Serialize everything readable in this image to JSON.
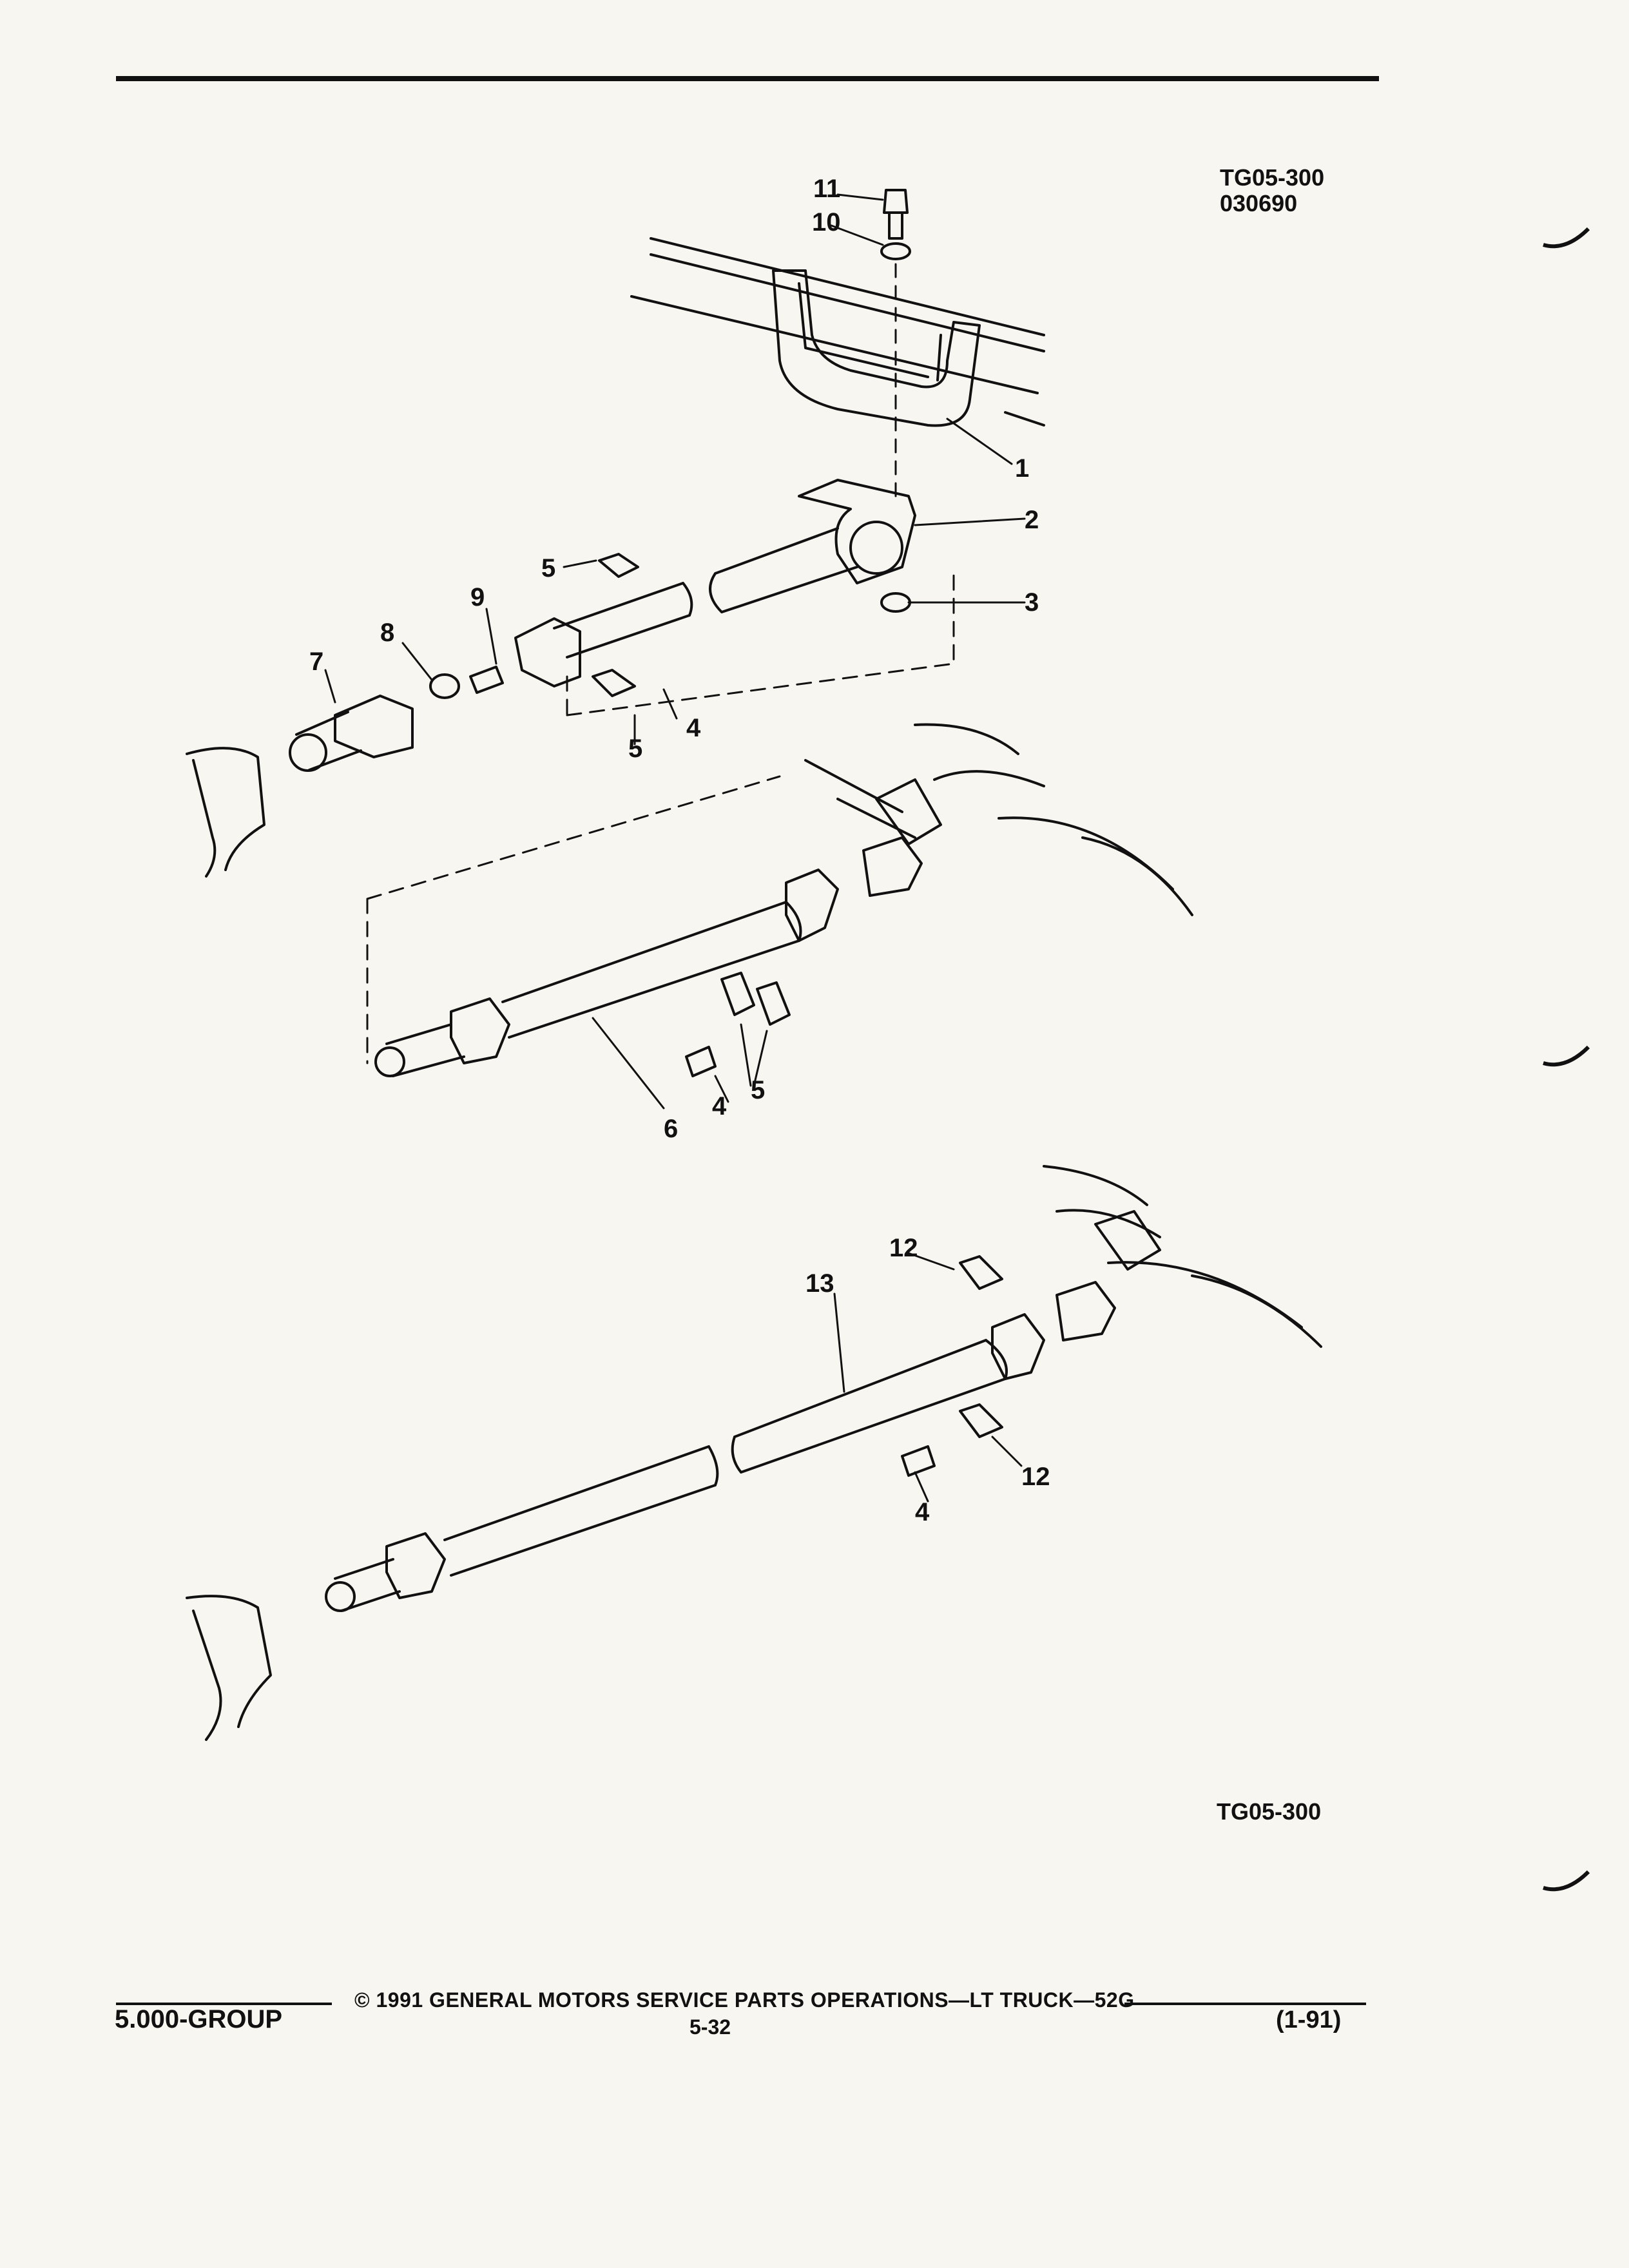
{
  "header": {
    "code_line1": "TG05-300",
    "code_line2": "030690"
  },
  "diagram": {
    "callouts": [
      "11",
      "10",
      "1",
      "2",
      "3",
      "5",
      "9",
      "8",
      "7",
      "5",
      "4",
      "6",
      "4",
      "5",
      "12",
      "13",
      "12",
      "4"
    ]
  },
  "figure_code": "TG05-300",
  "footer": {
    "group": "5.000-GROUP",
    "copyright": "© 1991 GENERAL MOTORS SERVICE PARTS OPERATIONS—LT TRUCK—52G",
    "page": "5-32",
    "revision": "(1-91)"
  }
}
